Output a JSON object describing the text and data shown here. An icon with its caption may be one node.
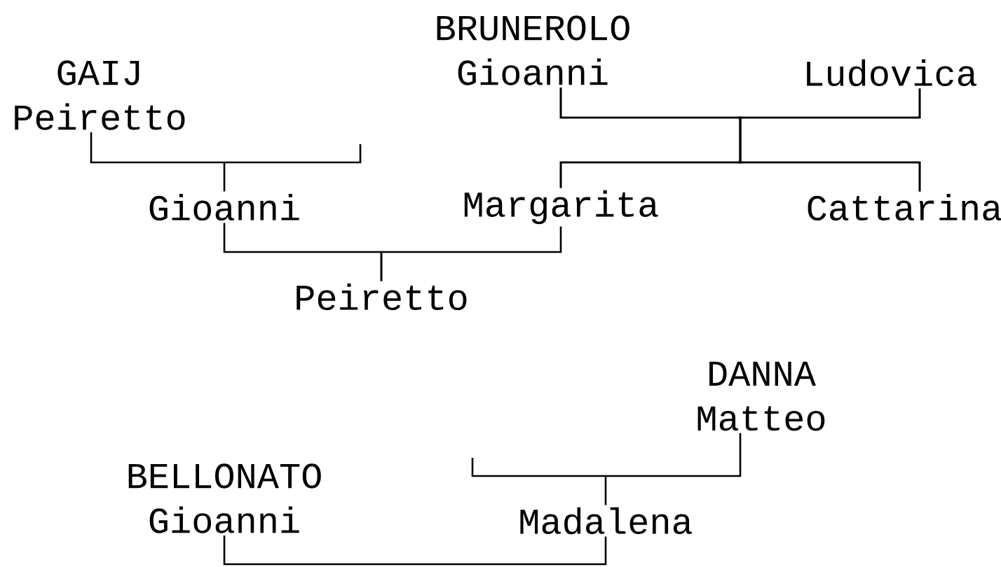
{
  "diagram": {
    "nodes": [
      {
        "text": [
          "GAIJ",
          "Peiretto"
        ]
      },
      {
        "text": [
          "BRUNEROLO",
          "Gioanni"
        ]
      },
      {
        "text": [
          "Ludovica"
        ]
      },
      {
        "text": [
          "Gioanni"
        ]
      },
      {
        "text": [
          "Margarita"
        ]
      },
      {
        "text": [
          "Cattarina"
        ]
      },
      {
        "text": [
          "Peiretto"
        ]
      },
      {
        "text": [
          "DANNA",
          "Matteo"
        ]
      },
      {
        "text": [
          "BELLONATO",
          "Gioanni"
        ]
      },
      {
        "text": [
          "Madalena"
        ]
      }
    ],
    "edges": [
      {
        "from": 0,
        "to": 3,
        "arrow": "none"
      },
      {
        "from": 1,
        "to": 4,
        "arrow": "none"
      },
      {
        "from": 1,
        "to": 5,
        "arrow": "none"
      },
      {
        "from": 2,
        "to": 4,
        "arrow": "none"
      },
      {
        "from": 2,
        "to": 5,
        "arrow": "none"
      },
      {
        "from": 3,
        "to": 6,
        "arrow": "none"
      },
      {
        "from": 4,
        "to": 6,
        "arrow": "none"
      },
      {
        "from": 7,
        "to": 9,
        "arrow": "none"
      },
      {
        "from": 8,
        "to": 9,
        "arrow": "none"
      }
    ]
  }
}
